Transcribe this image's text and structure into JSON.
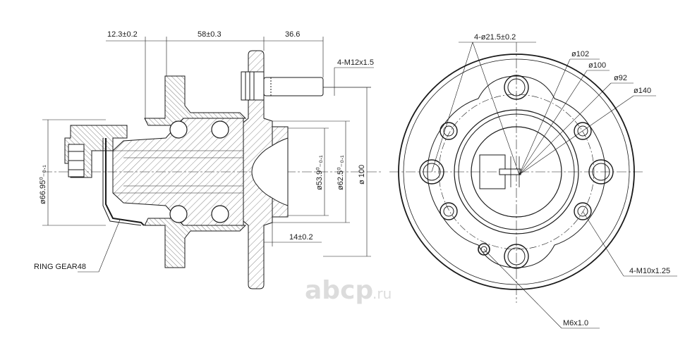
{
  "side_view": {
    "dim_12_3": "12.3±0.2",
    "dim_58": "58±0.3",
    "dim_36_6": "36.6",
    "dim_m12": "4-M12x1.5",
    "dim_d66": "ø66.95⁰₋₀.₁",
    "dim_d53": "ø53.9⁰₋₀.₁",
    "dim_d62": "ø62.5⁰₋₀.₁",
    "dim_d100": "ø 100",
    "dim_14": "14±0.2",
    "ring_gear": "RING GEAR48"
  },
  "front_view": {
    "dim_holes": "4-ø21.5±0.2",
    "dim_d102": "ø102",
    "dim_d100": "ø100",
    "dim_d92": "ø92",
    "dim_d140": "ø140",
    "dim_m10": "4-M10x1.25",
    "dim_m6": "M6x1.0"
  },
  "logo": {
    "text": "abcp",
    "suffix": ".ru",
    "color": "#dcdcdc"
  },
  "colors": {
    "line": "#1a1a1a",
    "hatch": "#555555"
  }
}
